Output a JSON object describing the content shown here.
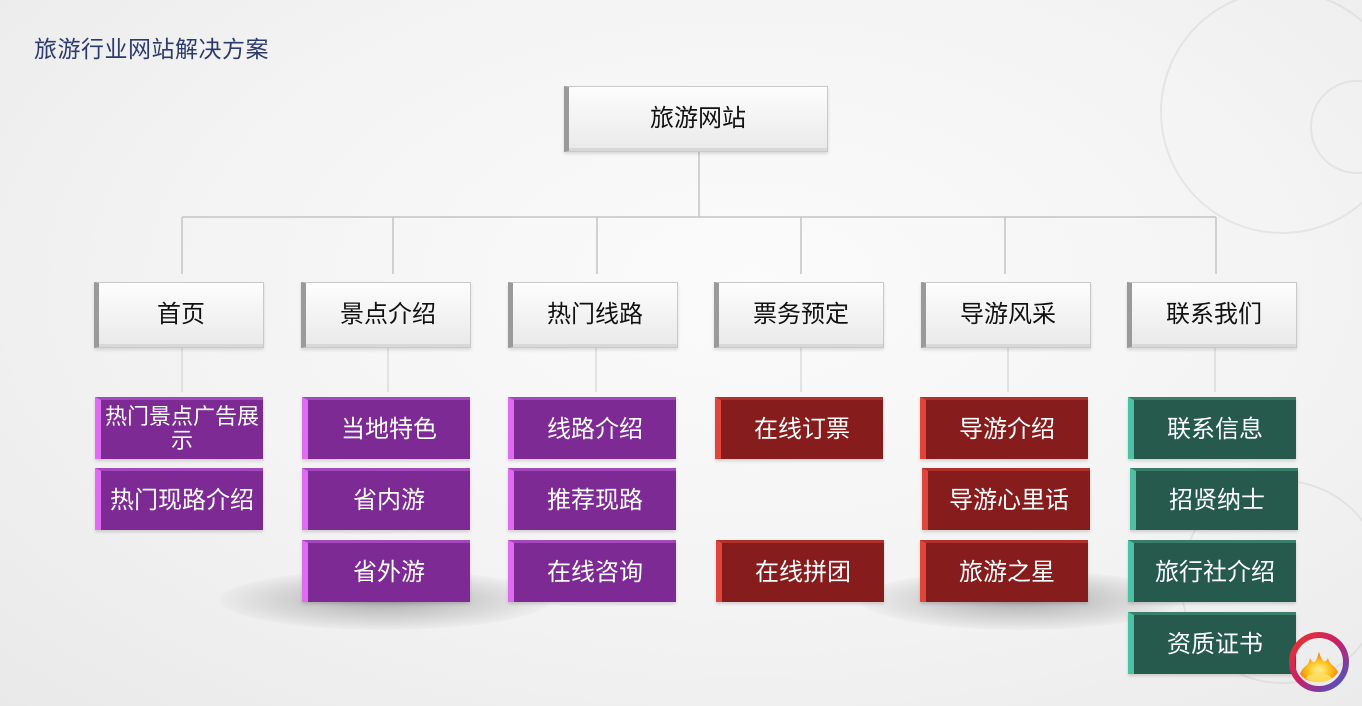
{
  "slide_title": "旅游行业网站解决方案",
  "root": {
    "label": "旅游网站"
  },
  "columns": [
    {
      "label": "首页",
      "color": "purple",
      "items": [
        "热门景点广告展示",
        "热门现路介绍"
      ]
    },
    {
      "label": "景点介绍",
      "color": "purple",
      "items": [
        "当地特色",
        "省内游",
        "省外游"
      ]
    },
    {
      "label": "热门线路",
      "color": "purple",
      "items": [
        "线路介绍",
        "推荐现路",
        "在线咨询"
      ]
    },
    {
      "label": "票务预定",
      "color": "red",
      "items": [
        "在线订票",
        "在线拼团"
      ]
    },
    {
      "label": "导游风采",
      "color": "red",
      "items": [
        "导游介绍",
        "导游心里话",
        "旅游之星"
      ]
    },
    {
      "label": "联系我们",
      "color": "green",
      "items": [
        "联系信息",
        "招贤纳士",
        "旅行社介绍",
        "资质证书"
      ]
    }
  ],
  "colors": {
    "purple": "#7d2a95",
    "purple_accent": "#df6cf0",
    "red": "#861d1c",
    "red_accent": "#e0453c",
    "green": "#255a4c",
    "green_accent": "#4cc1a3",
    "title_text": "#2c3a6e"
  },
  "icons": {
    "logo": "flame-ring-logo-icon"
  }
}
